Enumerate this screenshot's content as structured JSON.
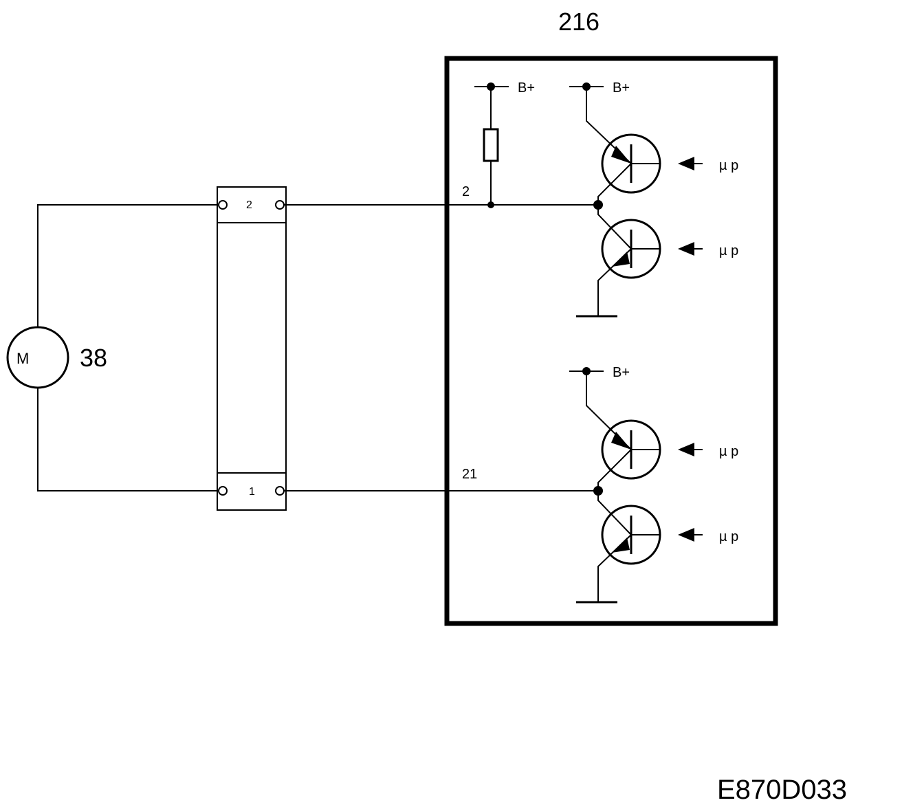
{
  "module": {
    "number": "216"
  },
  "motor": {
    "symbol": "M",
    "number": "38"
  },
  "connector": {
    "pin_top": "2",
    "pin_bottom": "1"
  },
  "pins": {
    "upper": "2",
    "lower": "21"
  },
  "supply_labels": [
    "B+",
    "B+",
    "B+"
  ],
  "control_labels": [
    "µ p",
    "µ p",
    "µ p",
    "µ p"
  ],
  "reference_code": "E870D033",
  "icons": {
    "motor": "motor-icon",
    "transistor": "transistor-icon",
    "resistor": "resistor-icon",
    "ground": "ground-icon"
  }
}
